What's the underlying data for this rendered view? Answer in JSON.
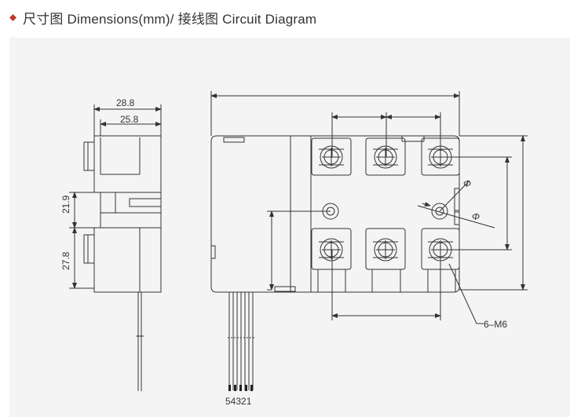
{
  "header": {
    "title": "尺寸图 Dimensions(mm)/ 接线图 Circuit Diagram",
    "bullet_color": "#c0392b"
  },
  "diagram": {
    "dim_overall_depth": "28.8",
    "dim_body_depth": "25.8",
    "dim_upper_height": "21.9",
    "dim_lower_height": "27.8",
    "label_terminals": "6–M6",
    "label_pins": "54321",
    "symbol_diameter": "Φ"
  }
}
